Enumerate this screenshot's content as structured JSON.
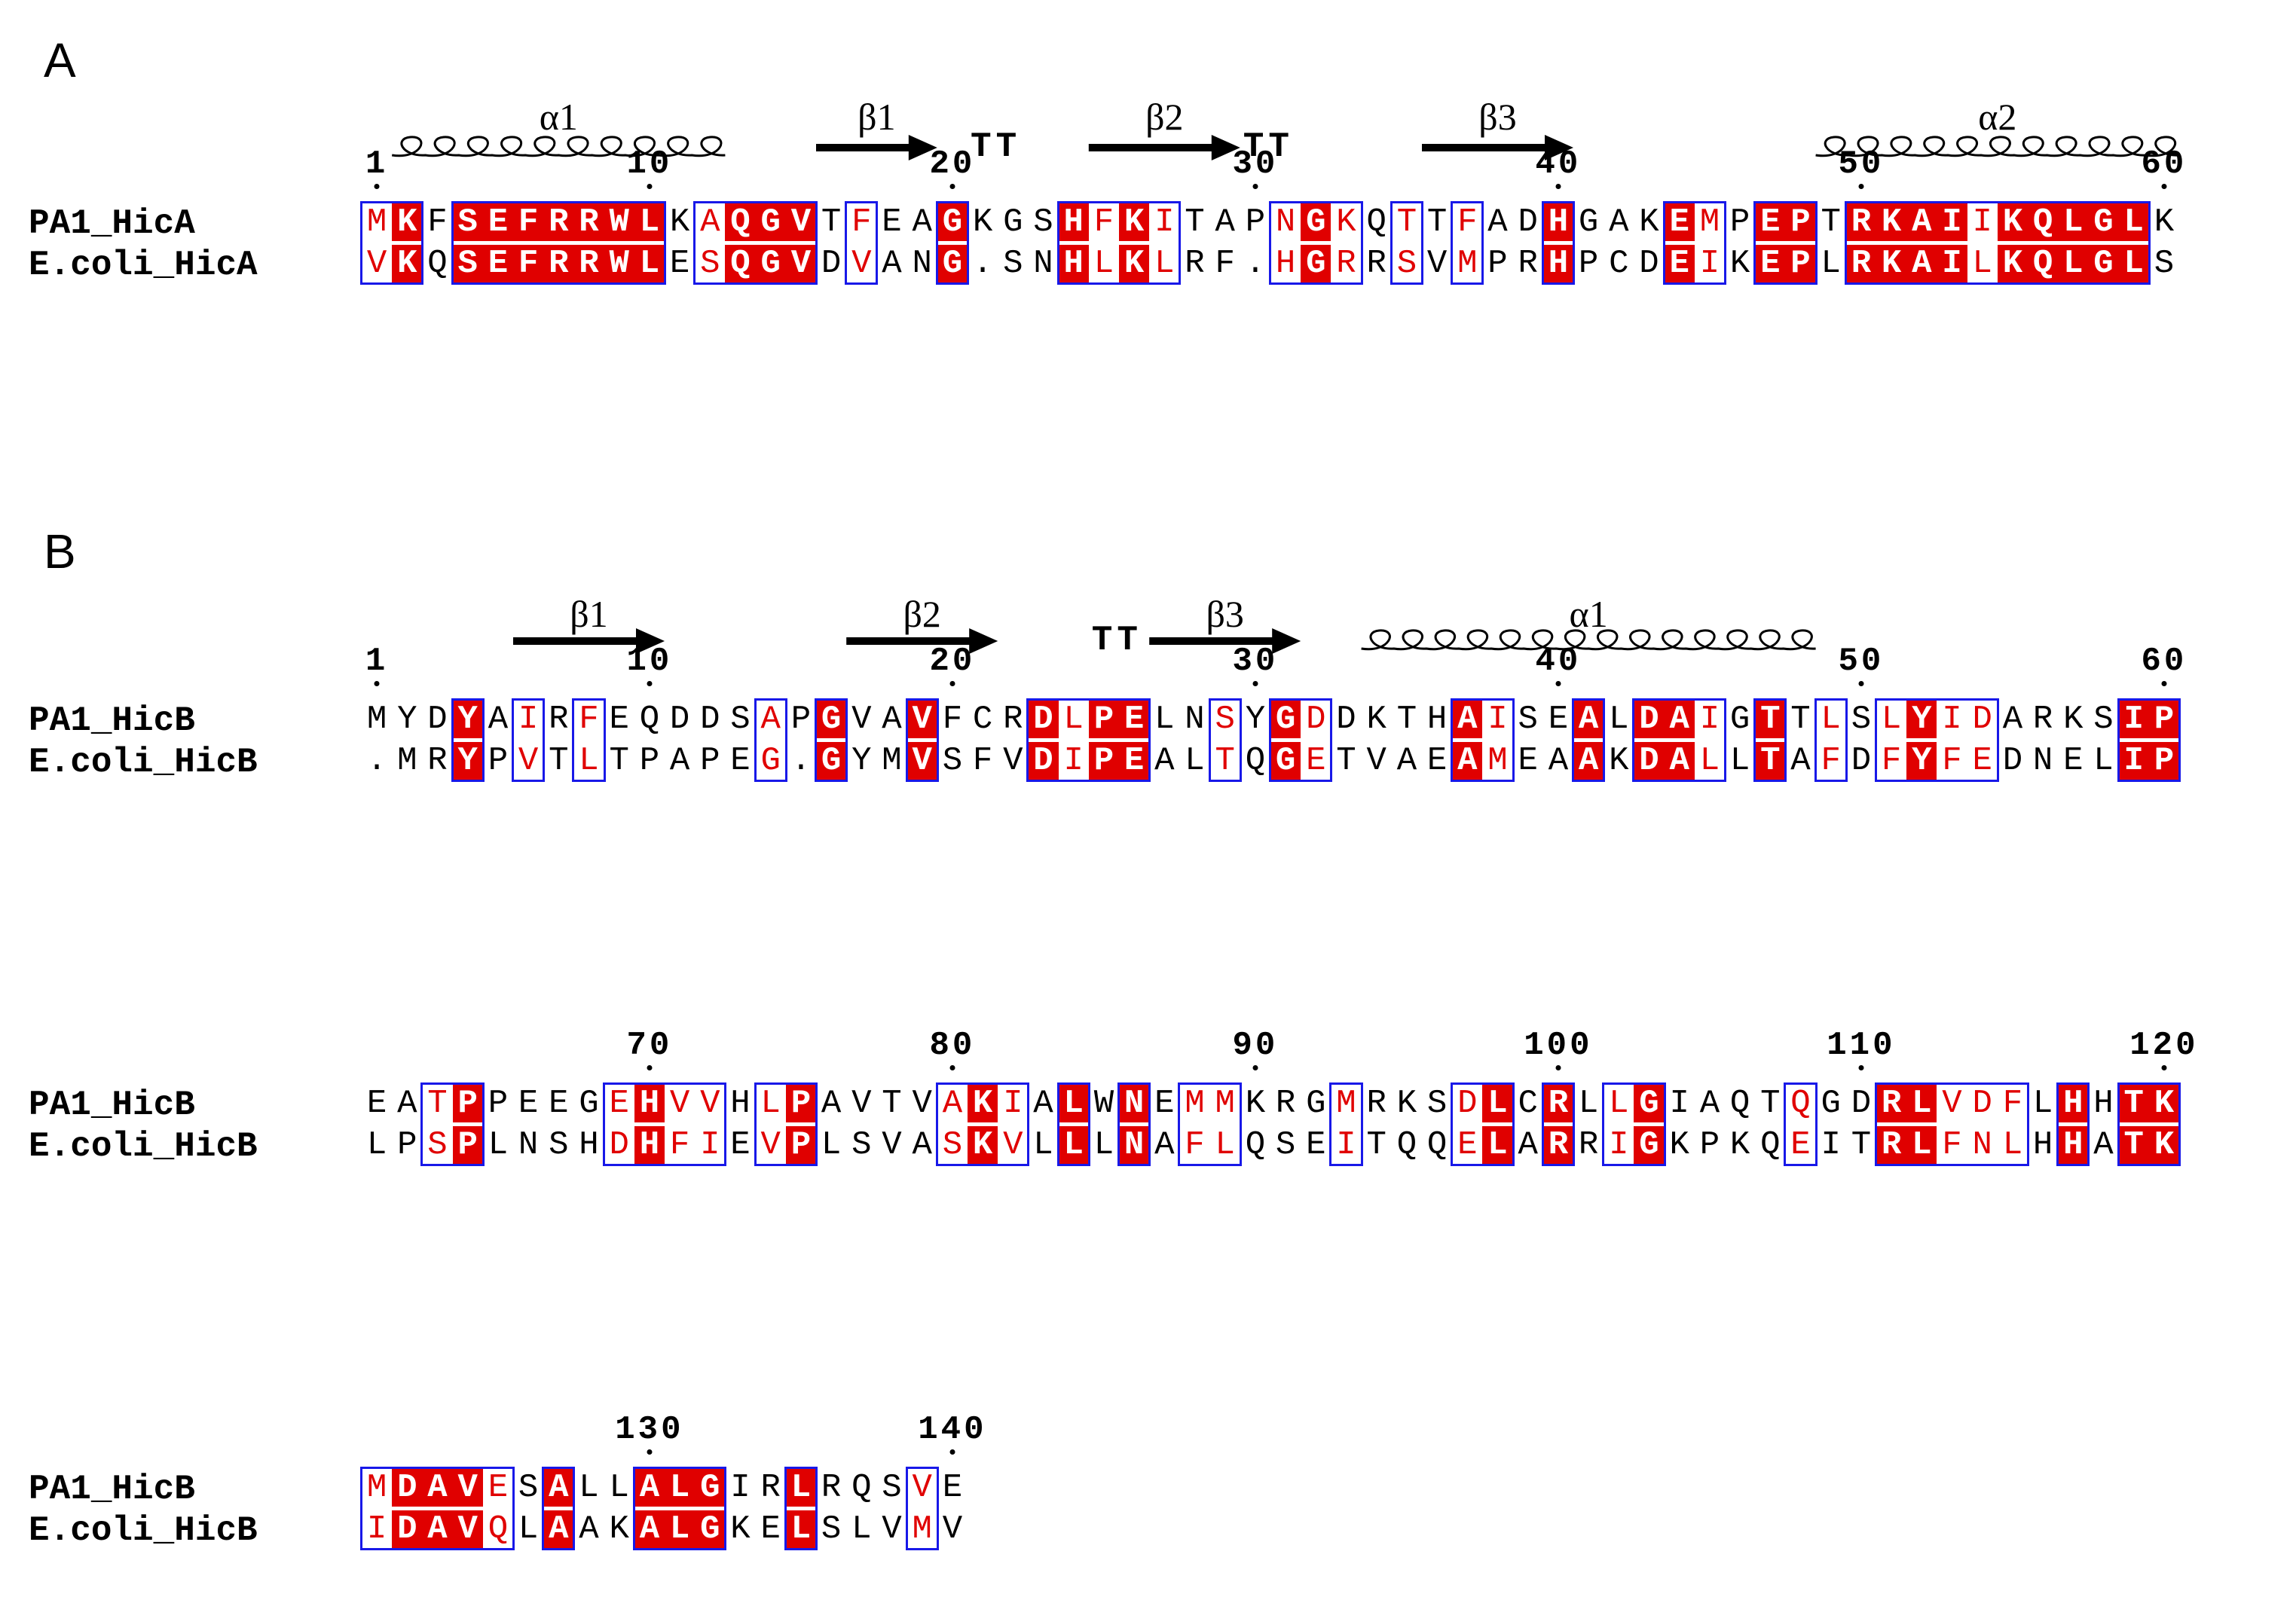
{
  "panels": [
    {
      "id": "A",
      "label": "A",
      "secondary_structure": [
        {
          "type": "helix",
          "label": "α1"
        },
        {
          "type": "strand",
          "label": "β1"
        },
        {
          "type": "turn",
          "label": "TT"
        },
        {
          "type": "strand",
          "label": "β2"
        },
        {
          "type": "turn",
          "label": "TT"
        },
        {
          "type": "strand",
          "label": "β3"
        },
        {
          "type": "helix",
          "label": "α2"
        }
      ],
      "blocks": [
        {
          "ruler": [
            "1",
            "10",
            "20",
            "30",
            "40",
            "50",
            "60"
          ],
          "sequences": [
            {
              "name": "PA1_HicA",
              "residues": "MKFSEFRRWLKAQGVTFEAGKGSHFKITAPNGKQTTFADHGAKEMPEPTRKAIIKQLGLK"
            },
            {
              "name": "E.coli_HicA",
              "residues": "VKQSEFRRWLESQGVDVANG.SNHLKLRF.HGRRSVMPRHPCDEIKEPLRKAILKQLGLS"
            }
          ]
        }
      ]
    },
    {
      "id": "B",
      "label": "B",
      "secondary_structure": [
        {
          "type": "strand",
          "label": "β1"
        },
        {
          "type": "strand",
          "label": "β2"
        },
        {
          "type": "turn",
          "label": "TT"
        },
        {
          "type": "strand",
          "label": "β3"
        },
        {
          "type": "helix",
          "label": "α1"
        }
      ],
      "blocks": [
        {
          "ruler": [
            "1",
            "10",
            "20",
            "30",
            "40",
            "50",
            "60"
          ],
          "sequences": [
            {
              "name": "PA1_HicB",
              "residues": "MYDYAIRFEQDDSAPGVAVFCRDLPELNSYGDDKTHAISEALDAIGTTLSLYIDARKSIP"
            },
            {
              "name": "E.coli_HicB",
              "residues": ".MRYPVTLTPAPEG.GYMVSFVDIPEALTQGETVAEAMEAAKDALLTAFDFYFEDNELIP"
            }
          ]
        },
        {
          "ruler": [
            "70",
            "80",
            "90",
            "100",
            "110",
            "120"
          ],
          "sequences": [
            {
              "name": "PA1_HicB",
              "residues": "EATPPEEGEHVVHLPAVTVAKIALWNEMMKRGMRKSDLCRLLGIAQTQGDRLVDFLHHTK"
            },
            {
              "name": "E.coli_HicB",
              "residues": "LPSPLNSHDHFIEVPLSVASKVLLLNAFLQSEITQQELARRIGKPKQEITRLFNLHHATK"
            }
          ]
        },
        {
          "ruler": [
            "130",
            "140"
          ],
          "sequences": [
            {
              "name": "PA1_HicB",
              "residues": "MDAVESALLALGIRLRQSVE"
            },
            {
              "name": "E.coli_HicB",
              "residues": "IDAVQLAAKALGKELSLVMV"
            }
          ]
        }
      ]
    }
  ],
  "colors": {
    "identical_fill": "#e00000",
    "similar_text": "#e00000",
    "similar_box": "#1818e8",
    "plain_text": "#000000"
  }
}
